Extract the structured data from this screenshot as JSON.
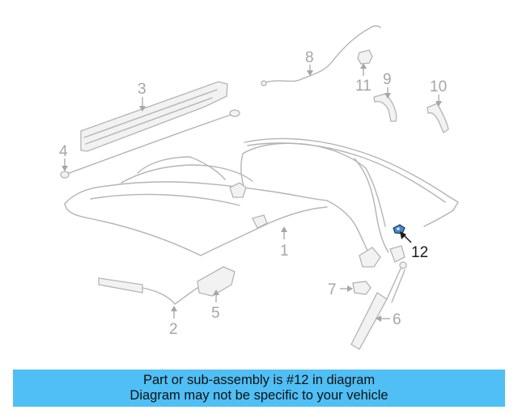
{
  "diagram": {
    "callouts": [
      "1",
      "2",
      "3",
      "4",
      "5",
      "6",
      "7",
      "8",
      "9",
      "10",
      "11",
      "12"
    ],
    "highlighted_part": "12",
    "colors": {
      "line_art": "#b4b4b4",
      "highlight_part": "#4a86c8",
      "highlight_text": "#1a1a1a"
    }
  },
  "banner": {
    "line1": "Part or sub-assembly is #12 in diagram",
    "line2": "Diagram may not be specific to your vehicle",
    "background": "#4fbff5"
  }
}
